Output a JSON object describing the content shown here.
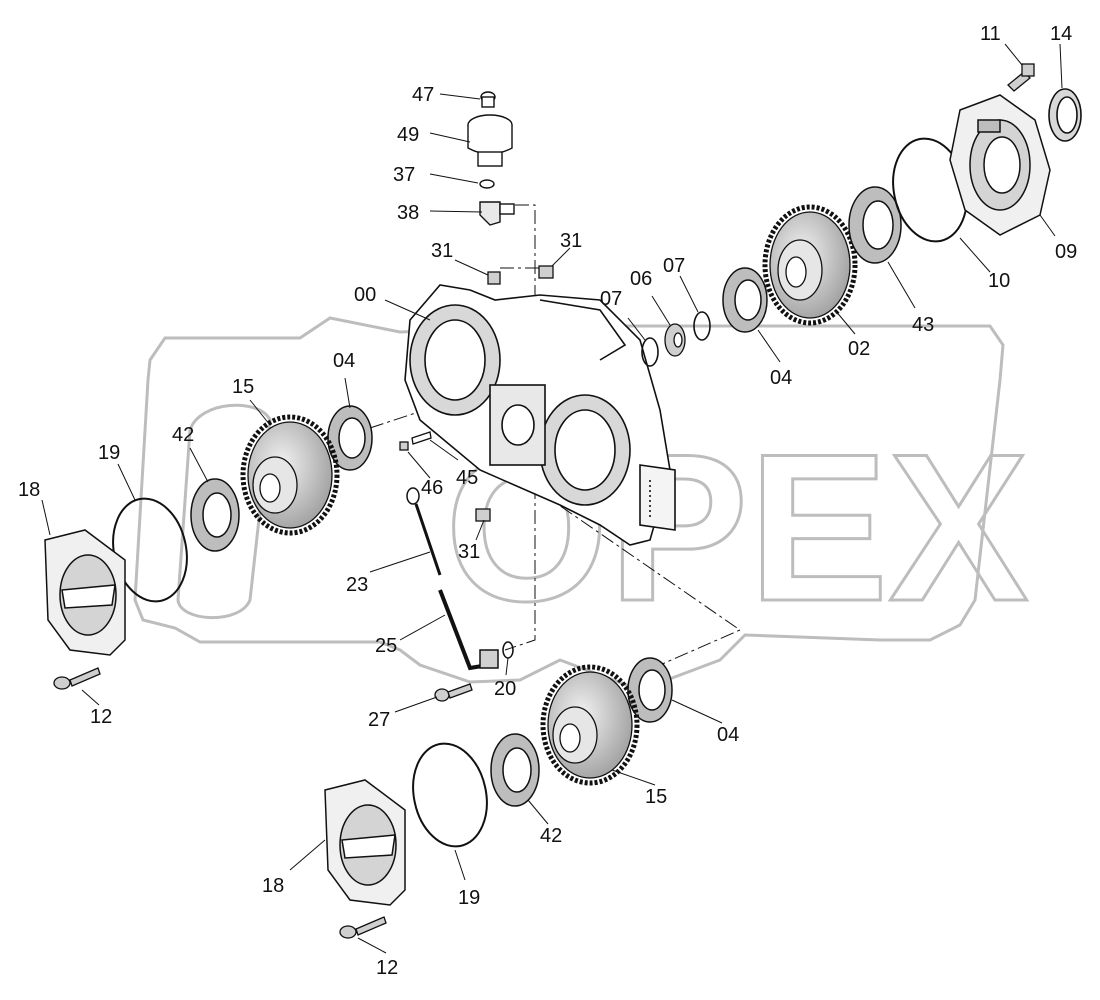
{
  "diagram": {
    "colors": {
      "ink": "#111111",
      "watermark": "#bdbdbd",
      "paper": "#ffffff"
    },
    "watermark": {
      "text": "OPEX"
    },
    "parts": [
      {
        "id": "p47",
        "label": "47"
      },
      {
        "id": "p49",
        "label": "49"
      },
      {
        "id": "p37",
        "label": "37"
      },
      {
        "id": "p38",
        "label": "38"
      },
      {
        "id": "p31a",
        "label": "31"
      },
      {
        "id": "p31b",
        "label": "31"
      },
      {
        "id": "p00",
        "label": "00"
      },
      {
        "id": "p04a",
        "label": "04"
      },
      {
        "id": "p15a",
        "label": "15"
      },
      {
        "id": "p42a",
        "label": "42"
      },
      {
        "id": "p19a",
        "label": "19"
      },
      {
        "id": "p18a",
        "label": "18"
      },
      {
        "id": "p12a",
        "label": "12"
      },
      {
        "id": "p46",
        "label": "46"
      },
      {
        "id": "p45",
        "label": "45"
      },
      {
        "id": "p31c",
        "label": "31"
      },
      {
        "id": "p23",
        "label": "23"
      },
      {
        "id": "p25",
        "label": "25"
      },
      {
        "id": "p20",
        "label": "20"
      },
      {
        "id": "p27",
        "label": "27"
      },
      {
        "id": "p07a",
        "label": "07"
      },
      {
        "id": "p06",
        "label": "06"
      },
      {
        "id": "p07b",
        "label": "07"
      },
      {
        "id": "p04b",
        "label": "04"
      },
      {
        "id": "p02",
        "label": "02"
      },
      {
        "id": "p43",
        "label": "43"
      },
      {
        "id": "p10",
        "label": "10"
      },
      {
        "id": "p09",
        "label": "09"
      },
      {
        "id": "p11",
        "label": "11"
      },
      {
        "id": "p14",
        "label": "14"
      },
      {
        "id": "p04c",
        "label": "04"
      },
      {
        "id": "p15b",
        "label": "15"
      },
      {
        "id": "p42b",
        "label": "42"
      },
      {
        "id": "p19b",
        "label": "19"
      },
      {
        "id": "p18b",
        "label": "18"
      },
      {
        "id": "p12b",
        "label": "12"
      }
    ]
  }
}
